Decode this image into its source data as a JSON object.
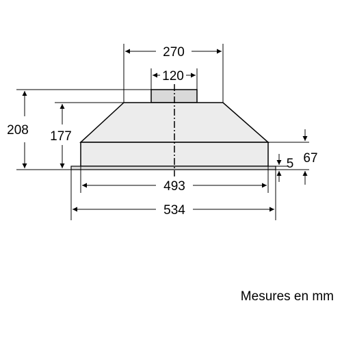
{
  "drawing": {
    "dimensions": {
      "top_width": "270",
      "outlet_width": "120",
      "total_height": "208",
      "body_height": "177",
      "bottom_section_height": "67",
      "trim_thickness": "5",
      "inner_width": "493",
      "overall_width": "534"
    },
    "caption": "Mesures en mm",
    "colors": {
      "line": "#000000",
      "body_fill": "#ececec",
      "outlet_fill": "#d9d9d9",
      "trim_fill": "#dcdcdc",
      "background": "#ffffff"
    }
  }
}
